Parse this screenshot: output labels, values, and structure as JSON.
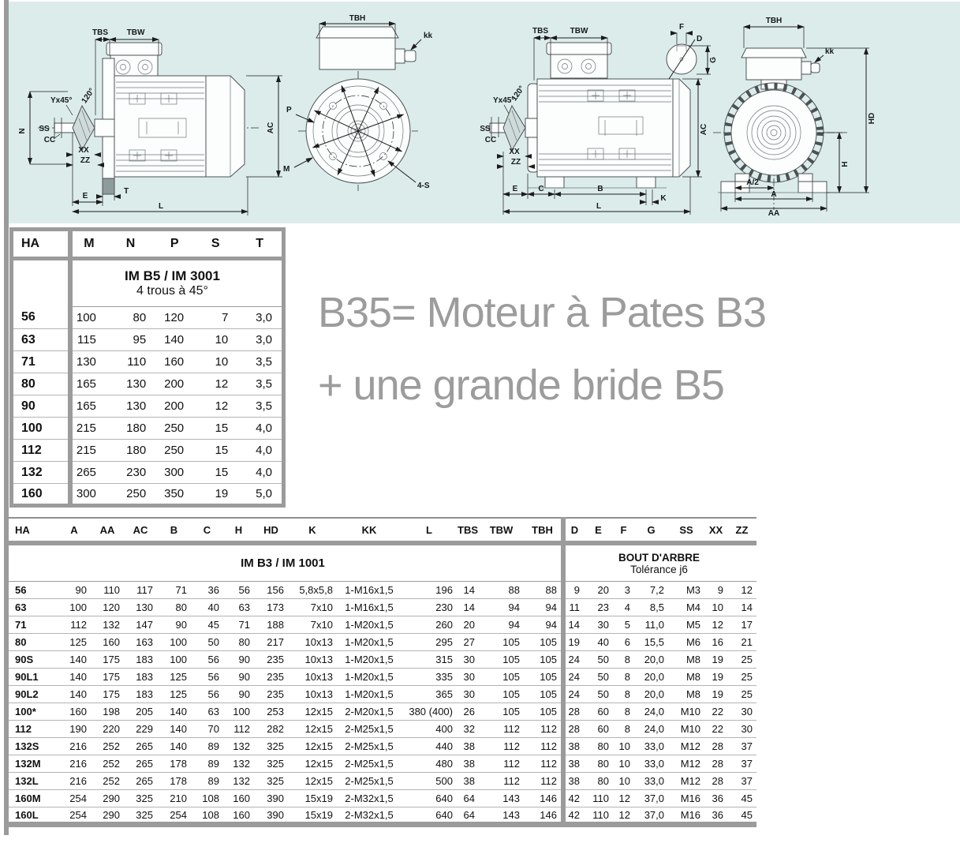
{
  "caption": {
    "line1": "B35= Moteur à Pates B3",
    "line2": "+ une grande bride B5"
  },
  "flange_table": {
    "title_line1": "IM B5 / IM 3001",
    "title_line2": "4 trous à 45°",
    "ha_header": "HA",
    "columns": [
      "M",
      "N",
      "P",
      "S",
      "T"
    ],
    "rows": [
      {
        "ha": "56",
        "v": [
          "100",
          "80",
          "120",
          "7",
          "3,0"
        ]
      },
      {
        "ha": "63",
        "v": [
          "115",
          "95",
          "140",
          "10",
          "3,0"
        ]
      },
      {
        "ha": "71",
        "v": [
          "130",
          "110",
          "160",
          "10",
          "3,5"
        ]
      },
      {
        "ha": "80",
        "v": [
          "165",
          "130",
          "200",
          "12",
          "3,5"
        ]
      },
      {
        "ha": "90",
        "v": [
          "165",
          "130",
          "200",
          "12",
          "3,5"
        ]
      },
      {
        "ha": "100",
        "v": [
          "215",
          "180",
          "250",
          "15",
          "4,0"
        ]
      },
      {
        "ha": "112",
        "v": [
          "215",
          "180",
          "250",
          "15",
          "4,0"
        ]
      },
      {
        "ha": "132",
        "v": [
          "265",
          "230",
          "300",
          "15",
          "4,0"
        ]
      },
      {
        "ha": "160",
        "v": [
          "300",
          "250",
          "350",
          "19",
          "5,0"
        ]
      }
    ]
  },
  "dim_table": {
    "title_left": "IM B3 / IM 1001",
    "title_right_line1": "BOUT D'ARBRE",
    "title_right_line2": "Tolérance j6",
    "ha_header": "HA",
    "columns": [
      "A",
      "AA",
      "AC",
      "B",
      "C",
      "H",
      "HD",
      "K",
      "KK",
      "L",
      "TBS",
      "TBW",
      "TBH",
      "D",
      "E",
      "F",
      "G",
      "SS",
      "XX",
      "ZZ"
    ],
    "rows": [
      {
        "ha": "56",
        "v": [
          "90",
          "110",
          "117",
          "71",
          "36",
          "56",
          "156",
          "5,8x5,8",
          "1-M16x1,5",
          "196",
          "14",
          "88",
          "88",
          "9",
          "20",
          "3",
          "7,2",
          "M3",
          "9",
          "12"
        ]
      },
      {
        "ha": "63",
        "v": [
          "100",
          "120",
          "130",
          "80",
          "40",
          "63",
          "173",
          "7x10",
          "1-M16x1,5",
          "230",
          "14",
          "94",
          "94",
          "11",
          "23",
          "4",
          "8,5",
          "M4",
          "10",
          "14"
        ]
      },
      {
        "ha": "71",
        "v": [
          "112",
          "132",
          "147",
          "90",
          "45",
          "71",
          "188",
          "7x10",
          "1-M20x1,5",
          "260",
          "20",
          "94",
          "94",
          "14",
          "30",
          "5",
          "11,0",
          "M5",
          "12",
          "17"
        ]
      },
      {
        "ha": "80",
        "v": [
          "125",
          "160",
          "163",
          "100",
          "50",
          "80",
          "217",
          "10x13",
          "1-M20x1,5",
          "295",
          "27",
          "105",
          "105",
          "19",
          "40",
          "6",
          "15,5",
          "M6",
          "16",
          "21"
        ]
      },
      {
        "ha": "90S",
        "v": [
          "140",
          "175",
          "183",
          "100",
          "56",
          "90",
          "235",
          "10x13",
          "1-M20x1,5",
          "315",
          "30",
          "105",
          "105",
          "24",
          "50",
          "8",
          "20,0",
          "M8",
          "19",
          "25"
        ]
      },
      {
        "ha": "90L1",
        "v": [
          "140",
          "175",
          "183",
          "125",
          "56",
          "90",
          "235",
          "10x13",
          "1-M20x1,5",
          "335",
          "30",
          "105",
          "105",
          "24",
          "50",
          "8",
          "20,0",
          "M8",
          "19",
          "25"
        ]
      },
      {
        "ha": "90L2",
        "v": [
          "140",
          "175",
          "183",
          "125",
          "56",
          "90",
          "235",
          "10x13",
          "1-M20x1,5",
          "365",
          "30",
          "105",
          "105",
          "24",
          "50",
          "8",
          "20,0",
          "M8",
          "19",
          "25"
        ]
      },
      {
        "ha": "100*",
        "v": [
          "160",
          "198",
          "205",
          "140",
          "63",
          "100",
          "253",
          "12x15",
          "2-M20x1,5",
          "380 (400)",
          "26",
          "105",
          "105",
          "28",
          "60",
          "8",
          "24,0",
          "M10",
          "22",
          "30"
        ]
      },
      {
        "ha": "112",
        "v": [
          "190",
          "220",
          "229",
          "140",
          "70",
          "112",
          "282",
          "12x15",
          "2-M25x1,5",
          "400",
          "32",
          "112",
          "112",
          "28",
          "60",
          "8",
          "24,0",
          "M10",
          "22",
          "30"
        ]
      },
      {
        "ha": "132S",
        "v": [
          "216",
          "252",
          "265",
          "140",
          "89",
          "132",
          "325",
          "12x15",
          "2-M25x1,5",
          "440",
          "38",
          "112",
          "112",
          "38",
          "80",
          "10",
          "33,0",
          "M12",
          "28",
          "37"
        ]
      },
      {
        "ha": "132M",
        "v": [
          "216",
          "252",
          "265",
          "178",
          "89",
          "132",
          "325",
          "12x15",
          "2-M25x1,5",
          "480",
          "38",
          "112",
          "112",
          "38",
          "80",
          "10",
          "33,0",
          "M12",
          "28",
          "37"
        ]
      },
      {
        "ha": "132L",
        "v": [
          "216",
          "252",
          "265",
          "178",
          "89",
          "132",
          "325",
          "12x15",
          "2-M25x1,5",
          "500",
          "38",
          "112",
          "112",
          "38",
          "80",
          "10",
          "33,0",
          "M12",
          "28",
          "37"
        ]
      },
      {
        "ha": "160M",
        "v": [
          "254",
          "290",
          "325",
          "210",
          "108",
          "160",
          "390",
          "15x19",
          "2-M32x1,5",
          "640",
          "64",
          "143",
          "146",
          "42",
          "110",
          "12",
          "37,0",
          "M16",
          "36",
          "45"
        ]
      },
      {
        "ha": "160L",
        "v": [
          "254",
          "290",
          "325",
          "254",
          "108",
          "160",
          "390",
          "15x19",
          "2-M32x1,5",
          "640",
          "64",
          "143",
          "146",
          "42",
          "110",
          "12",
          "37,0",
          "M16",
          "36",
          "45"
        ]
      }
    ]
  },
  "drawings": {
    "b5_side": {
      "tbs": "TBS",
      "tbw": "TBW",
      "n": "N",
      "yx45": "Yx45°",
      "a120": "120°",
      "ss": "SS",
      "cc": "CC",
      "xx": "XX",
      "zz": "ZZ",
      "e": "E",
      "t": "T",
      "l": "L",
      "ac": "AC"
    },
    "b5_front": {
      "tbh": "TBH",
      "kk": "kk",
      "p": "P",
      "m": "M",
      "s4": "4-S"
    },
    "b3_side": {
      "tbs": "TBS",
      "tbw": "TBW",
      "f": "F",
      "d": "D",
      "g": "G",
      "yx45": "Yx45°",
      "a120": "120°",
      "ss": "SS",
      "cc": "CC",
      "xx": "XX",
      "zz": "ZZ",
      "e": "E",
      "c": "C",
      "b": "B",
      "k": "K",
      "l": "L",
      "ac": "AC"
    },
    "b3_front": {
      "tbh": "TBH",
      "kk": "kk",
      "hd": "HD",
      "h": "H",
      "a2": "A/2",
      "a": "A",
      "aa": "AA"
    }
  },
  "colors": {
    "drawing_background": "#dceceb",
    "frame_gray": "#9b9b9b",
    "caption_gray": "#9c9c9c",
    "thin_line": "#b4b4b4"
  }
}
